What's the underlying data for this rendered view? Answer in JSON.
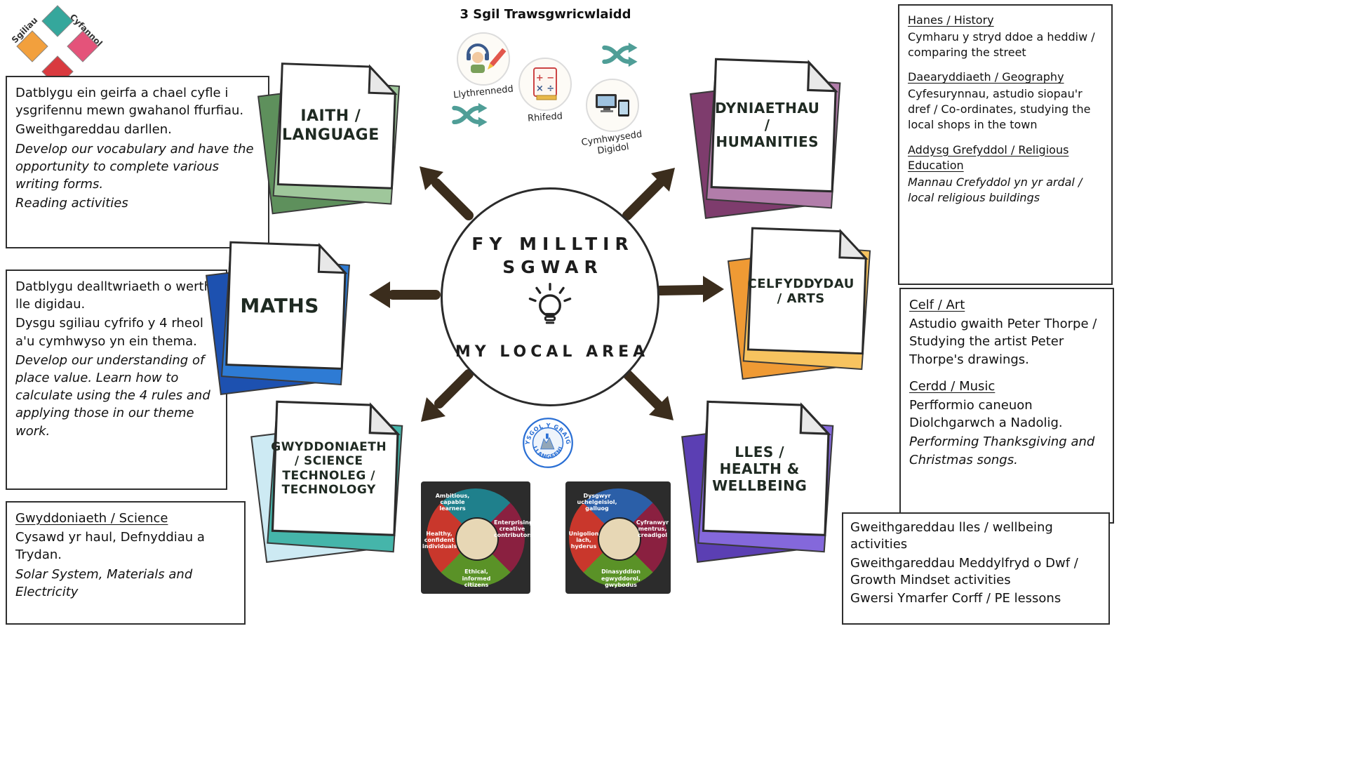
{
  "colors": {
    "arrow": "#3b2d1d",
    "swap": "#4f9e97",
    "box_border": "#2f2f2f",
    "school_ring": "#2a6fd4"
  },
  "corner_logo": {
    "label_left": "Sgiliau",
    "label_right": "Cyfannol",
    "diamonds": [
      "#35a79c",
      "#e4537a",
      "#d93a3f",
      "#f2a03d"
    ]
  },
  "skills_panel": {
    "title": "3 Sgil Trawsgwricwlaidd",
    "items": [
      {
        "label": "Llythrennedd"
      },
      {
        "label": "Rhifedd"
      },
      {
        "label": "Cymhwysedd Digidol"
      }
    ]
  },
  "center_circle": {
    "title_line1": "FY MILLTIR",
    "title_line2": "SGWAR",
    "subtitle": "MY LOCAL AREA"
  },
  "school_logo": {
    "name_top": "YSGOL Y GRAIG",
    "name_bottom": "LLANGEFNI"
  },
  "notes": {
    "language": {
      "title": "IAITH / LANGUAGE",
      "back1": "#5e905c",
      "back2": "#9fc79b"
    },
    "humanities": {
      "title": "DYNIAETHAU / HUMANITIES",
      "back1": "#7e3c6d",
      "back2": "#b27daa"
    },
    "maths": {
      "title": "MATHS",
      "back1": "#1d51b0",
      "back2": "#2e7bd4"
    },
    "arts": {
      "title": "CELFYDDYDAU / ARTS",
      "back1": "#ef9a34",
      "back2": "#f7c35f"
    },
    "science": {
      "title": "GWYDDONIAETH / SCIENCE TECHNOLEG / TECHNOLOGY",
      "back1": "#cdeaf3",
      "back2": "#45b5aa"
    },
    "wellbeing": {
      "title": "LLES / HEALTH & WELLBEING",
      "back1": "#5b3fb3",
      "back2": "#8468db"
    }
  },
  "text_boxes": {
    "language": {
      "lines": [
        {
          "text": "Datblygu ein geirfa a chael cyfle i ysgrifennu mewn gwahanol ffurfiau.",
          "style": ""
        },
        {
          "text": "Gweithgareddau darllen.",
          "style": ""
        },
        {
          "text": "Develop our vocabulary and have the opportunity to complete various writing forms.",
          "style": "italic"
        },
        {
          "text": "Reading activities",
          "style": "italic"
        }
      ]
    },
    "maths": {
      "lines": [
        {
          "text": "Datblygu dealltwriaeth o werth lle digidau.",
          "style": ""
        },
        {
          "text": "Dysgu sgiliau cyfrifo y 4 rheol a'u cymhwyso yn ein thema.",
          "style": ""
        },
        {
          "text": "Develop our understanding of place value. Learn how to calculate using the 4 rules and applying those in our theme work.",
          "style": "italic"
        }
      ]
    },
    "science": {
      "lines": [
        {
          "text": "Gwyddoniaeth / Science",
          "style": "underline"
        },
        {
          "text": "Cysawd yr haul, Defnyddiau a Trydan.",
          "style": ""
        },
        {
          "text": "Solar System, Materials and Electricity",
          "style": "italic"
        }
      ]
    },
    "humanities": {
      "lines": [
        {
          "text": "Hanes / History",
          "style": "underline"
        },
        {
          "text": "Cymharu y stryd ddoe a heddiw / comparing the street",
          "style": ""
        },
        {
          "text": "Daearyddiaeth / Geography",
          "style": "underline gap"
        },
        {
          "text": "Cyfesurynnau, astudio siopau'r dref / Co-ordinates, studying the local shops in the town",
          "style": ""
        },
        {
          "text": "Addysg Grefyddol / Religious Education",
          "style": "underline gap"
        },
        {
          "text": "Mannau Crefyddol yn yr ardal / local religious buildings",
          "style": "italic"
        }
      ]
    },
    "arts": {
      "lines": [
        {
          "text": "Celf / Art",
          "style": "underline"
        },
        {
          "text": "Astudio gwaith Peter Thorpe / Studying the artist Peter Thorpe's drawings.",
          "style": ""
        },
        {
          "text": "Cerdd / Music",
          "style": "underline gap"
        },
        {
          "text": "Perfformio caneuon Diolchgarwch a Nadolig.",
          "style": ""
        },
        {
          "text": "Performing Thanksgiving and Christmas songs.",
          "style": "italic"
        }
      ]
    },
    "wellbeing": {
      "lines": [
        {
          "text": "Gweithgareddau lles / wellbeing activities",
          "style": ""
        },
        {
          "text": "Gweithgareddau Meddylfryd o Dwf / Growth Mindset activities",
          "style": ""
        },
        {
          "text": "Gwersi Ymarfer Corff / PE lessons",
          "style": ""
        }
      ]
    }
  },
  "purpose_wheels": [
    {
      "segments": [
        {
          "position": "top",
          "label": "Ambitious, capable learners",
          "color": "#1f808c"
        },
        {
          "position": "right",
          "label": "Enterprising, creative contributors",
          "color": "#8a2040"
        },
        {
          "position": "bottom",
          "label": "Ethical, informed citizens",
          "color": "#5a9227"
        },
        {
          "position": "left",
          "label": "Healthy, confident individuals",
          "color": "#c9372c"
        }
      ]
    },
    {
      "segments": [
        {
          "position": "top",
          "label": "Dysgwyr uchelgeisiol, galluog",
          "color": "#2b5fa8"
        },
        {
          "position": "right",
          "label": "Cyfranwyr mentrus, creadigol",
          "color": "#8a2040"
        },
        {
          "position": "bottom",
          "label": "Dinasyddion egwyddorol, gwybodus",
          "color": "#5a9227"
        },
        {
          "position": "left",
          "label": "Unigolion iach, hyderus",
          "color": "#c9372c"
        }
      ]
    }
  ]
}
